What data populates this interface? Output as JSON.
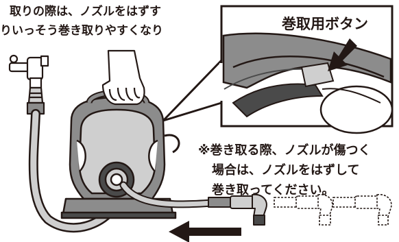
{
  "intro": {
    "line1": "取りの際は、ノズルをはずす",
    "line2": "りいっそう巻き取りやすくなり"
  },
  "callout": {
    "label": "巻取用ボタン"
  },
  "note": {
    "line1": "※巻き取る際、ノズルが傷つく",
    "line2": "場合は、ノズルをはずして",
    "line3": "巻き取ってください。"
  },
  "colors": {
    "ink": "#231815",
    "body_gray": "#8c8c8c",
    "light_gray": "#cfcfcf",
    "dark_gray": "#4a4a4a"
  },
  "icons": [
    "faucet-icon",
    "hand-icon",
    "hose-reel-icon",
    "nozzle-icon",
    "arrow-left-icon",
    "arrow-down-icon"
  ]
}
